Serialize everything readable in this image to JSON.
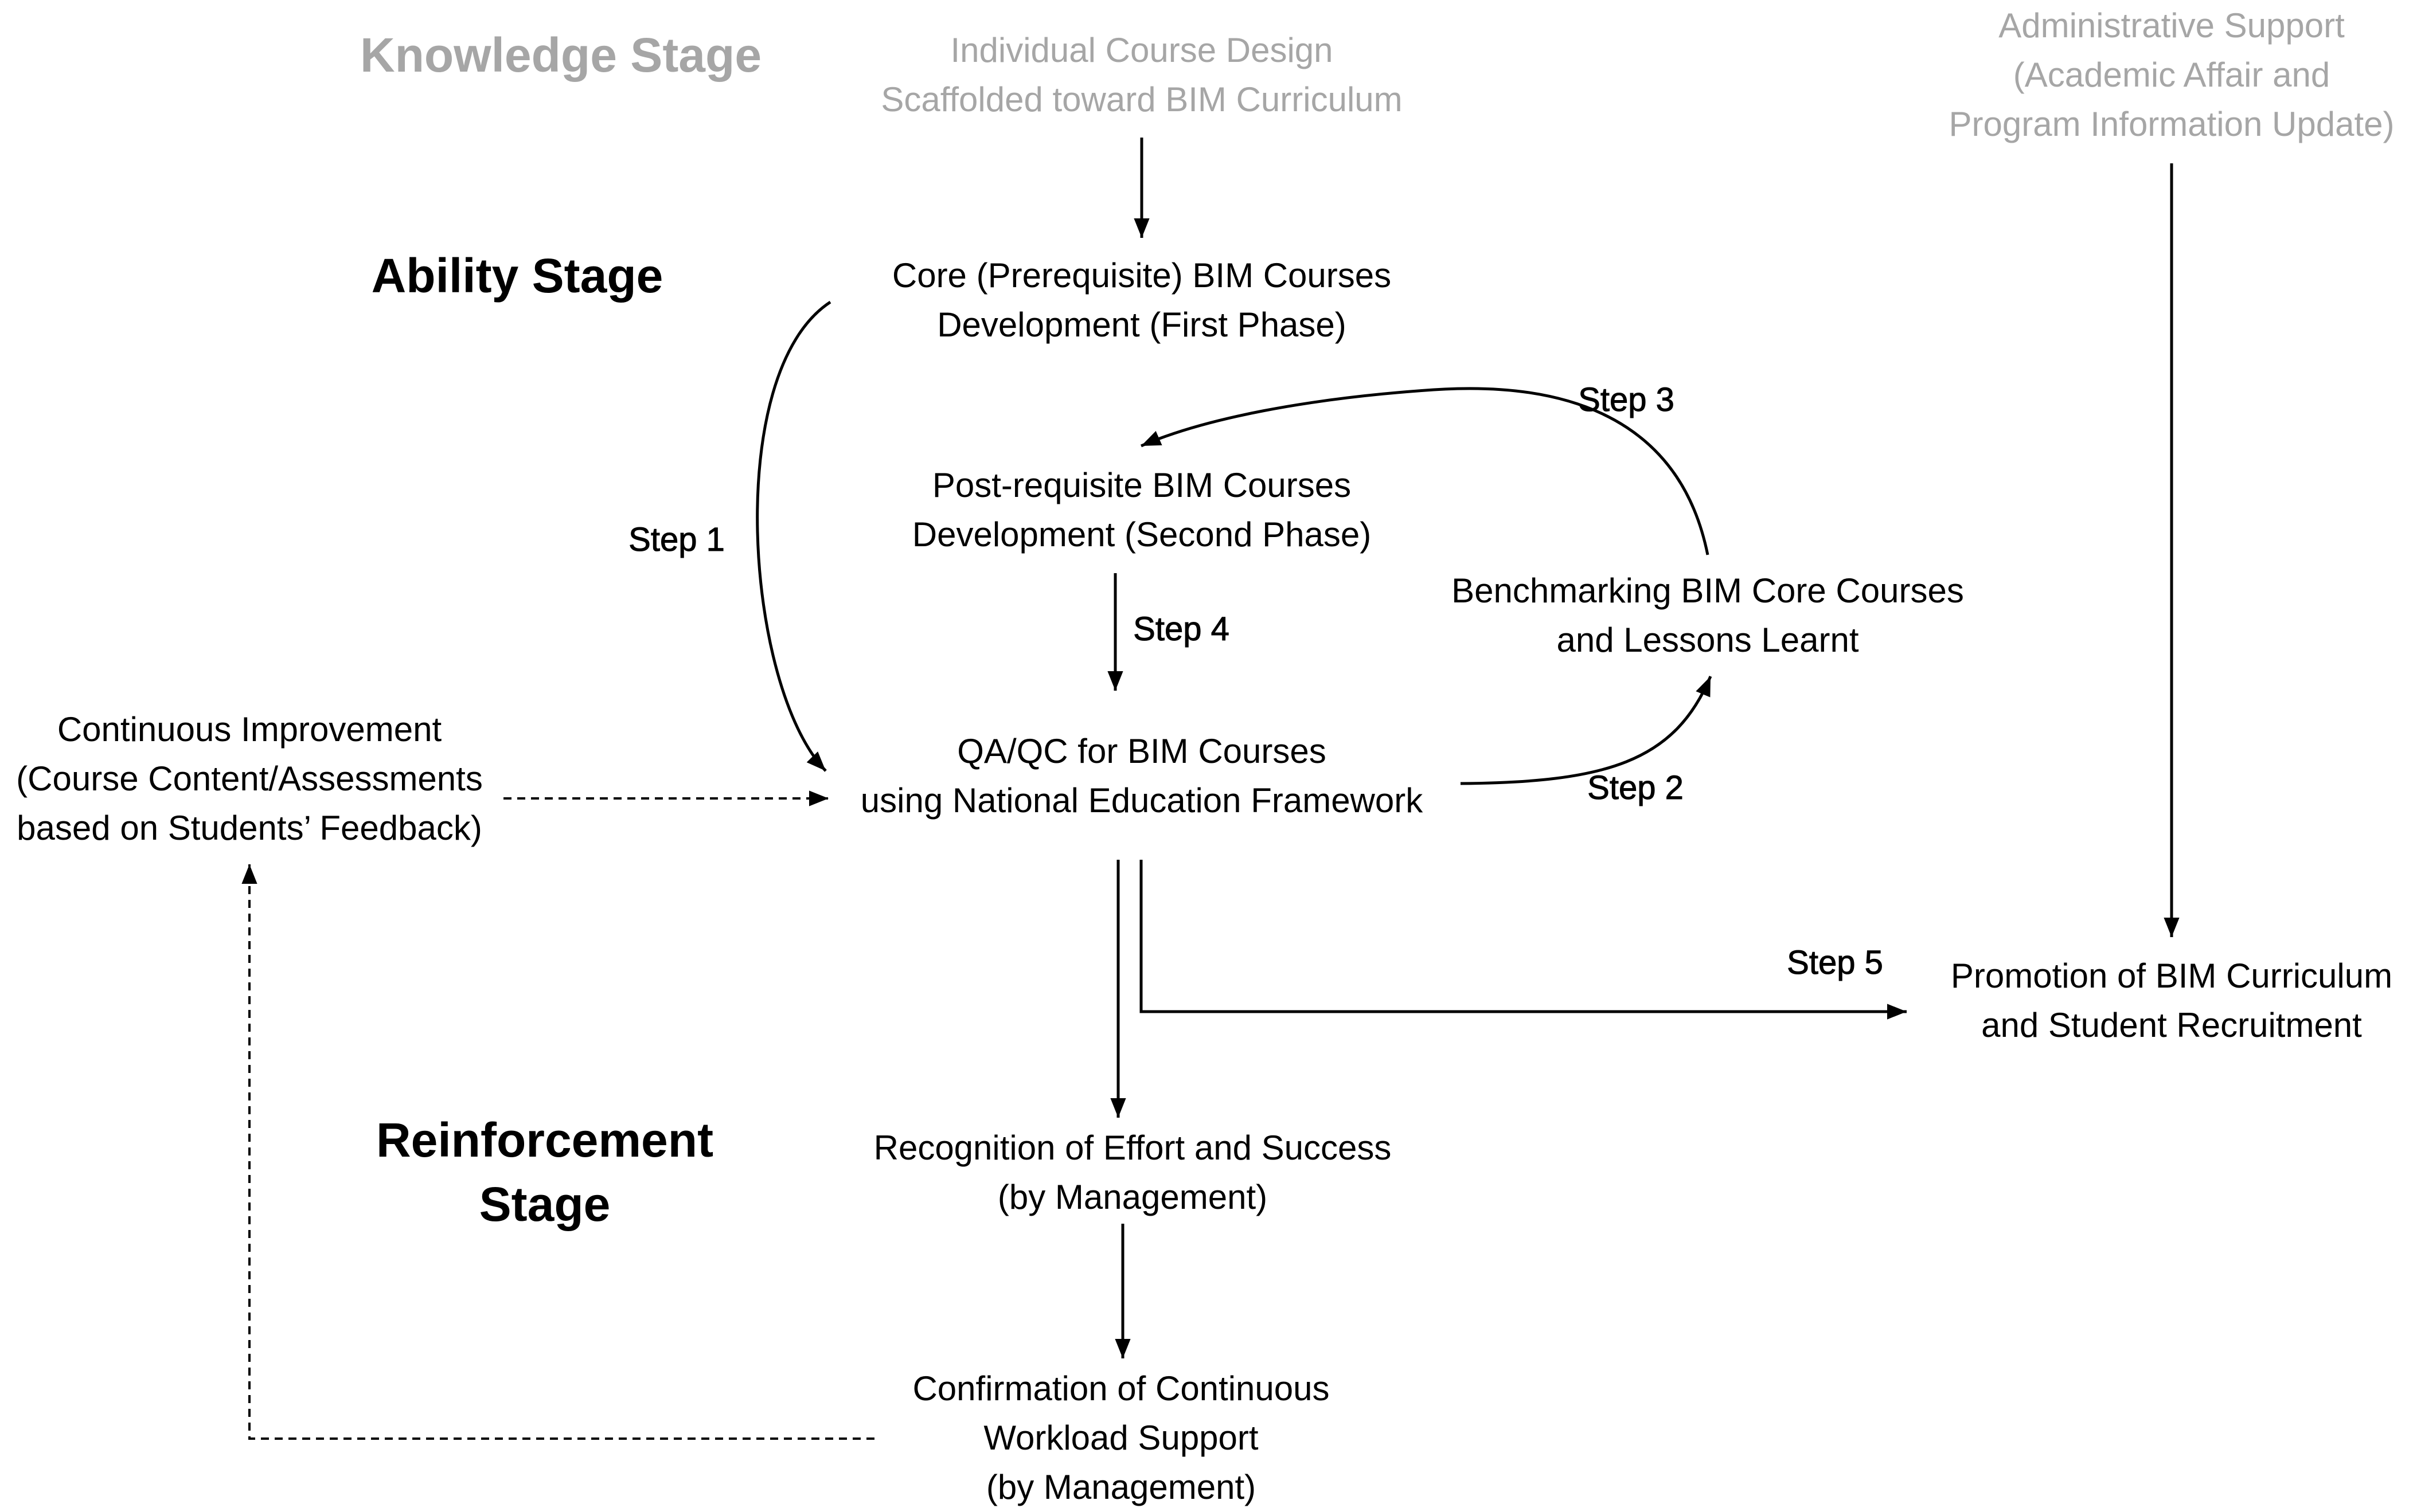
{
  "stages": {
    "knowledge": "Knowledge Stage",
    "ability": "Ability Stage",
    "reinforcement": "Reinforcement\nStage"
  },
  "nodes": {
    "individual_course_design": "Individual Course Design\nScaffolded toward BIM Curriculum",
    "administrative_support": "Administrative Support\n(Academic Affair and\nProgram Information Update)",
    "core_courses": "Core (Prerequisite) BIM Courses\nDevelopment (First Phase)",
    "post_requisite_courses": "Post-requisite BIM Courses\nDevelopment (Second Phase)",
    "benchmarking": "Benchmarking BIM Core Courses\nand Lessons Learnt",
    "qa_qc": "QA/QC for BIM Courses\nusing National Education Framework",
    "continuous_improvement": "Continuous Improvement\n(Course Content/Assessments\nbased on Students’ Feedback)",
    "promotion": "Promotion of BIM Curriculum\nand Student Recruitment",
    "recognition": "Recognition of Effort and Success\n(by Management)",
    "confirmation": "Confirmation of Continuous\nWorkload Support\n(by Management)"
  },
  "steps": {
    "step1": "Step 1",
    "step2": "Step 2",
    "step3": "Step 3",
    "step4": "Step 4",
    "step5": "Step 5"
  },
  "colors": {
    "primary_text": "#000000",
    "muted_text": "#a6a6a6",
    "background": "#ffffff"
  }
}
